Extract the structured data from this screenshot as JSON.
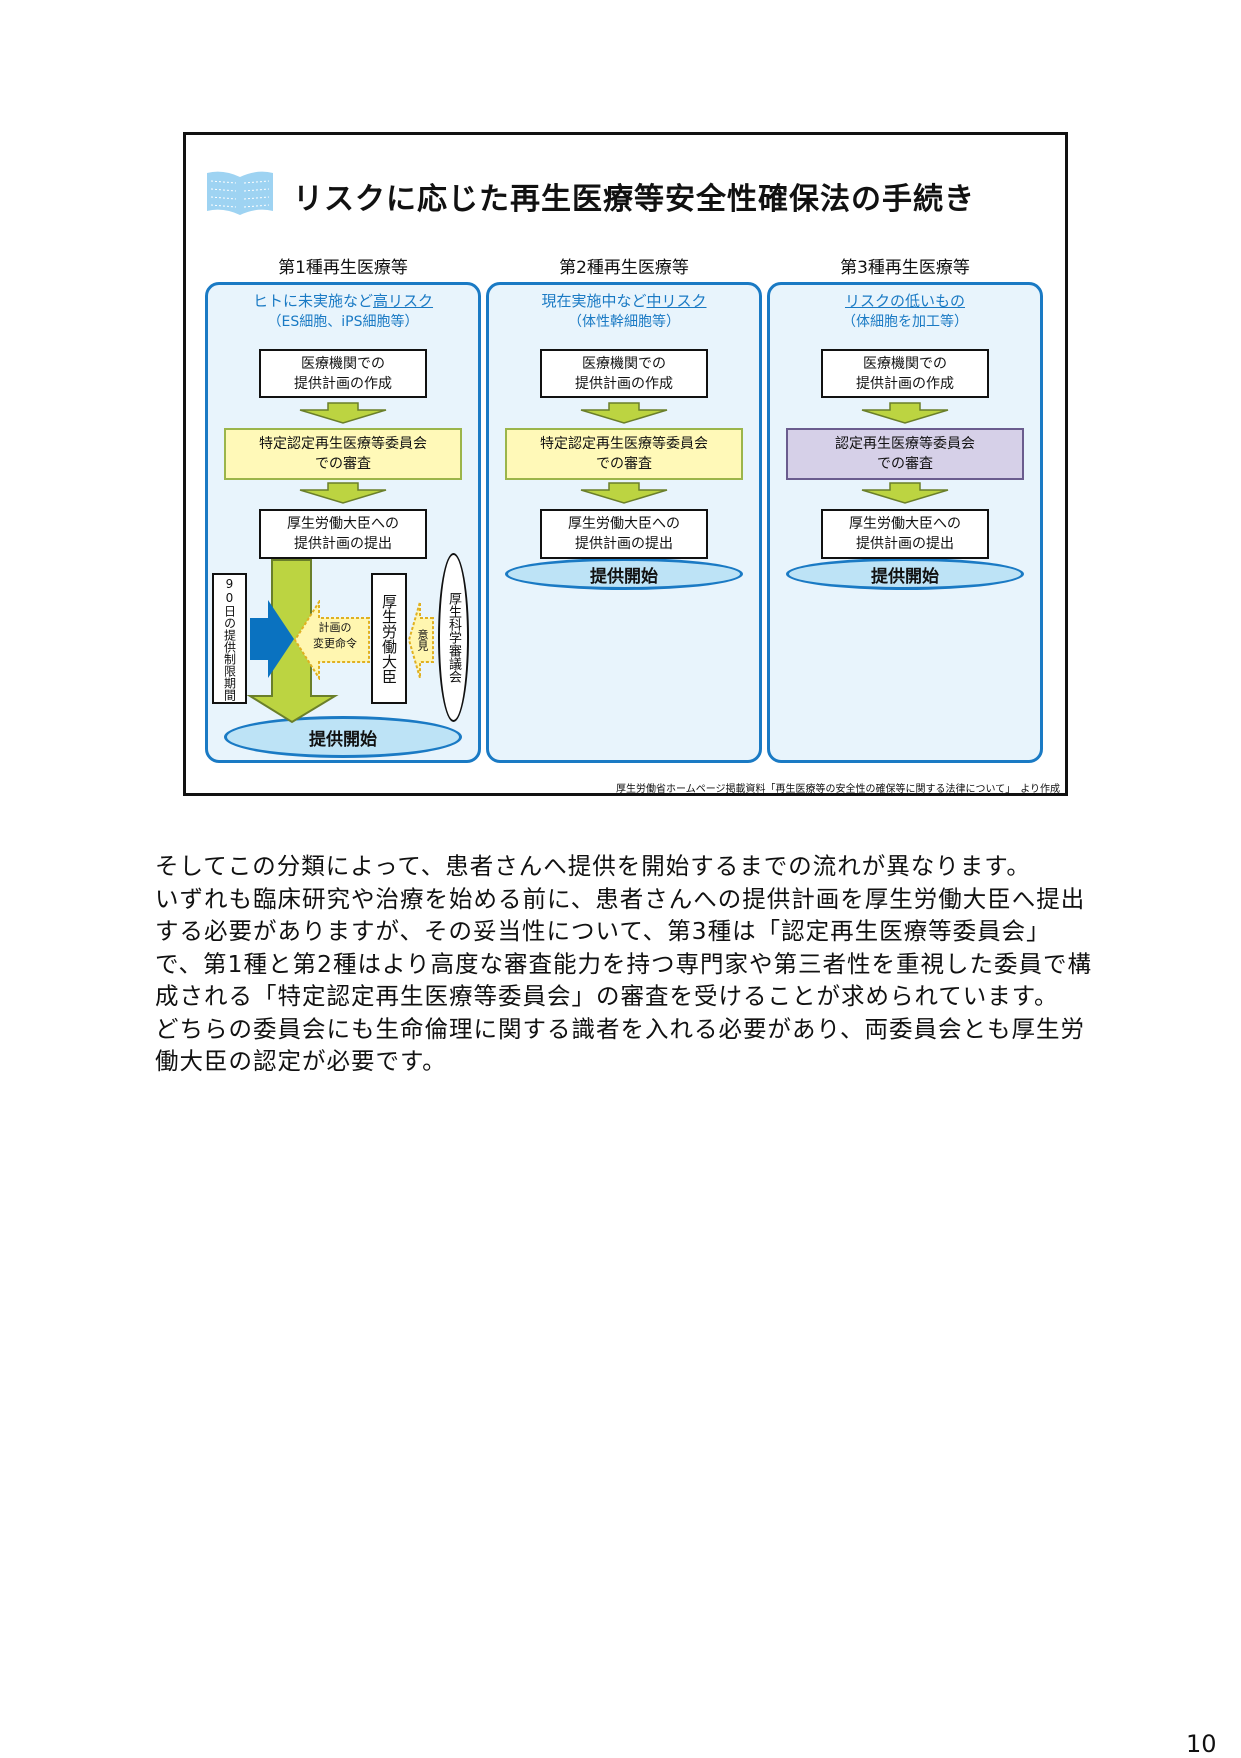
{
  "slide": {
    "title": "リスクに応じた再生医療等安全性確保法の手続き",
    "icon": "book-icon",
    "columns": [
      {
        "header": "第1種再生医療等",
        "risk_prefix": "ヒトに未実施など",
        "risk_emph": "高リスク",
        "example": "（ES細胞、iPS細胞等）",
        "step1": [
          "医療機関での",
          "提供計画の作成"
        ],
        "step2": [
          "特定認定再生医療等委員会",
          "での審査"
        ],
        "step3": [
          "厚生労働大臣への",
          "提供計画の提出"
        ],
        "start": "提供開始"
      },
      {
        "header": "第2種再生医療等",
        "risk_prefix": "現在実施中など",
        "risk_emph": "中リスク",
        "example": "（体性幹細胞等）",
        "step1": [
          "医療機関での",
          "提供計画の作成"
        ],
        "step2": [
          "特定認定再生医療等委員会",
          "での審査"
        ],
        "step3": [
          "厚生労働大臣への",
          "提供計画の提出"
        ],
        "start": "提供開始"
      },
      {
        "header": "第3種再生医療等",
        "risk_prefix": "",
        "risk_emph": "リスクの低いもの",
        "example": "（体細胞を加工等）",
        "step1": [
          "医療機関での",
          "提供計画の作成"
        ],
        "step2": [
          "認定再生医療等委員会",
          "での審査"
        ],
        "step3": [
          "厚生労働大臣への",
          "提供計画の提出"
        ],
        "start": "提供開始"
      }
    ],
    "type1_extra": {
      "limit_period": "90日の提供制限期間",
      "change_order": [
        "計画の",
        "変更命令"
      ],
      "minister": "厚生労働大臣",
      "opinion": "意見",
      "council": "厚生科学審議会"
    },
    "source": "厚生労働省ホームページ掲載資料「再生医療等の安全性の確保等に関する法律について」　より作成",
    "colors": {
      "column_border": "#1a7ac4",
      "column_bg": "#e8f4fc",
      "yellow_box": "#fff9b8",
      "purple_box": "#d6d0e8",
      "arrow_green": "#bcd441",
      "arrow_blue": "#0a72c0"
    }
  },
  "body": {
    "paragraphs": [
      "そしてこの分類によって、患者さんへ提供を開始するまでの流れが異なります。",
      "いずれも臨床研究や治療を始める前に、患者さんへの提供計画を厚生労働大臣へ提出する必要がありますが、その妥当性について、第3種は「認定再生医療等委員会」で、第1種と第2種はより高度な審査能力を持つ専門家や第三者性を重視した委員で構成される「特定認定再生医療等委員会」の審査を受けることが求められています。",
      "どちらの委員会にも生命倫理に関する識者を入れる必要があり、両委員会とも厚生労働大臣の認定が必要です。"
    ]
  },
  "page_number": "10"
}
